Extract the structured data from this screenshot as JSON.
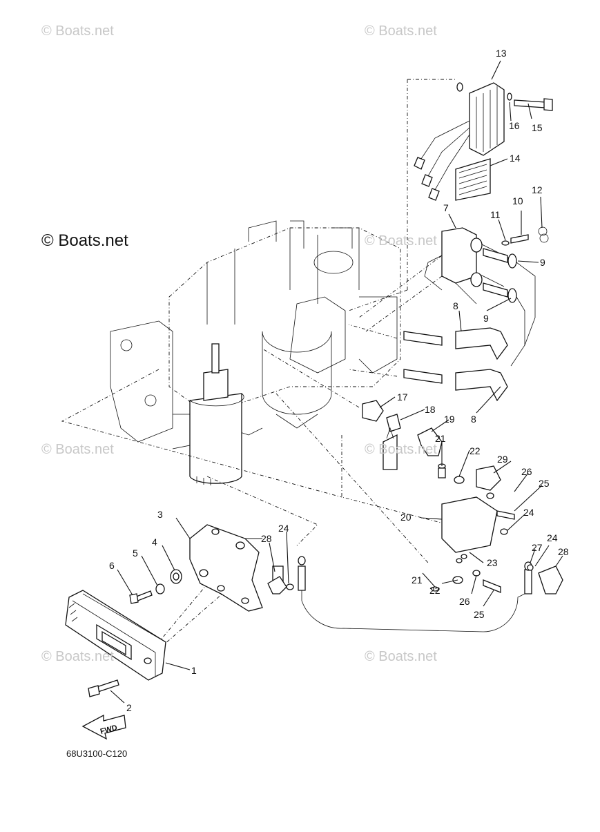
{
  "watermarks": {
    "top_left": "© Boats.net",
    "top_right": "© Boats.net",
    "main": "© Boats.net",
    "mid_right": "© Boats.net",
    "lower_left": "© Boats.net",
    "lower_right": "© Boats.net",
    "bottom_left": "© Boats.net",
    "bottom_right": "© Boats.net"
  },
  "diagram_code": "68U3100-C120",
  "fwd_label": "FWD",
  "callouts": {
    "c1": "1",
    "c2": "2",
    "c3": "3",
    "c4": "4",
    "c5": "5",
    "c6": "6",
    "c7": "7",
    "c8a": "8",
    "c8b": "8",
    "c9a": "9",
    "c9b": "9",
    "c10": "10",
    "c11": "11",
    "c12": "12",
    "c13": "13",
    "c14": "14",
    "c15": "15",
    "c16": "16",
    "c17": "17",
    "c18": "18",
    "c19": "19",
    "c20": "20",
    "c21a": "21",
    "c21b": "21",
    "c22a": "22",
    "c22b": "22",
    "c23": "23",
    "c24a": "24",
    "c24b": "24",
    "c24c": "24",
    "c25a": "25",
    "c25b": "25",
    "c26a": "26",
    "c26b": "26",
    "c27": "27",
    "c28a": "28",
    "c28b": "28",
    "c29": "29"
  }
}
